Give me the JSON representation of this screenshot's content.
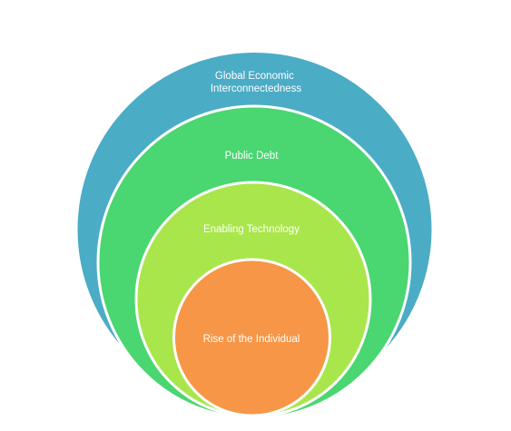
{
  "diagram": {
    "type": "nested-circles",
    "rings": [
      {
        "label_lines": [
          "Global Economic",
          "Interconnectedness"
        ],
        "color": "#4BACC6"
      },
      {
        "label_lines": [
          "Public Debt"
        ],
        "color": "#4AD670"
      },
      {
        "label_lines": [
          "Enabling Technology"
        ],
        "color": "#A9E64B"
      },
      {
        "label_lines": [
          "Rise of the Individual"
        ],
        "color": "#F79646"
      }
    ],
    "border_color": "#ffffff"
  }
}
